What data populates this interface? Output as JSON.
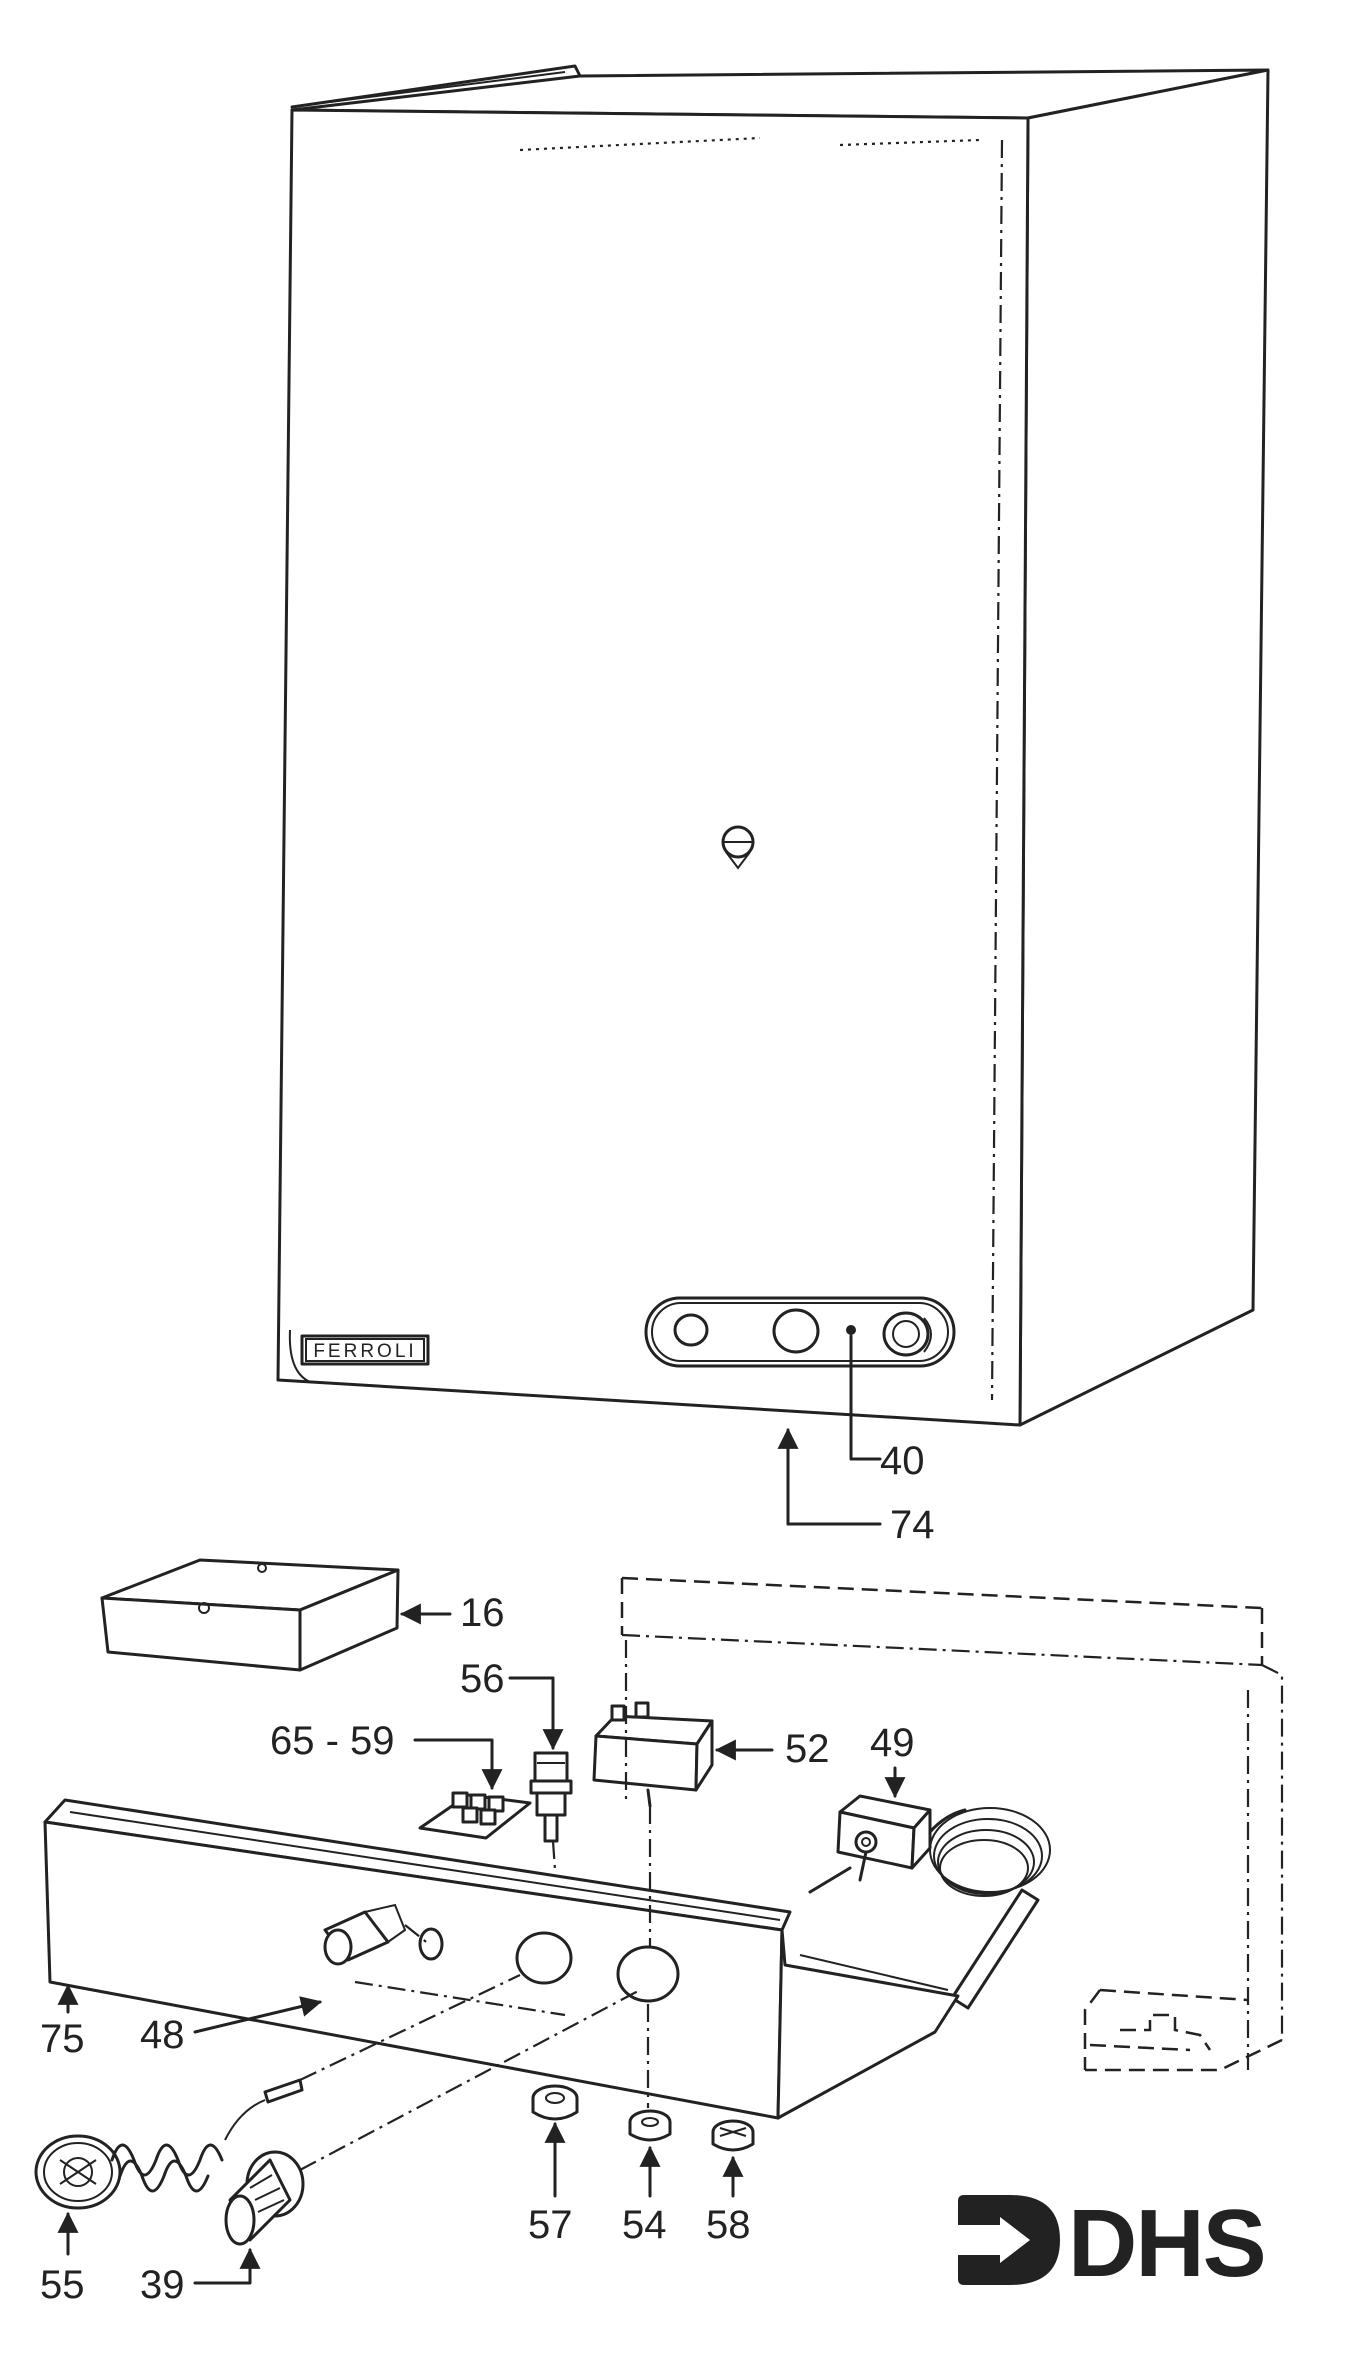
{
  "brand_plate": "FERROLI",
  "logo": {
    "text": "DHS",
    "icon": "arrow-into-bracket-icon"
  },
  "parts": [
    {
      "id": "40",
      "label": "40"
    },
    {
      "id": "74",
      "label": "74"
    },
    {
      "id": "16",
      "label": "16"
    },
    {
      "id": "56",
      "label": "56"
    },
    {
      "id": "65-59",
      "label": "65 - 59"
    },
    {
      "id": "52",
      "label": "52"
    },
    {
      "id": "49",
      "label": "49"
    },
    {
      "id": "75",
      "label": "75"
    },
    {
      "id": "48",
      "label": "48"
    },
    {
      "id": "57",
      "label": "57"
    },
    {
      "id": "54",
      "label": "54"
    },
    {
      "id": "58",
      "label": "58"
    },
    {
      "id": "55",
      "label": "55"
    },
    {
      "id": "39",
      "label": "39"
    }
  ],
  "colors": {
    "ink": "#222222",
    "paper": "#ffffff"
  }
}
